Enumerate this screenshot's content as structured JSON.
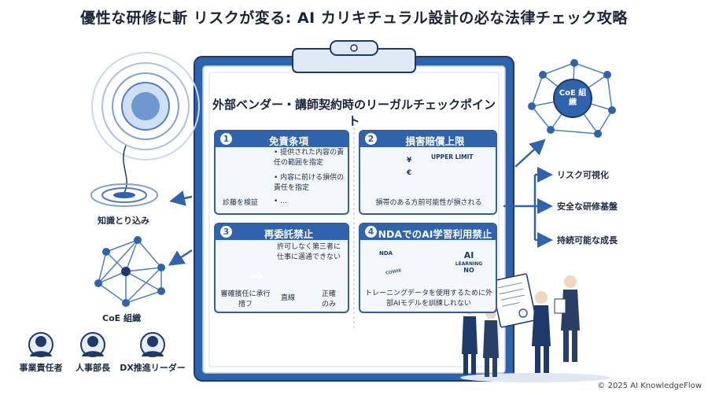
{
  "header": {
    "title": "優性な研修に斬 リスクが変る: AI カリキチュラル設計の必な法律チェック攻略"
  },
  "board": {
    "title": "外部ベンダー・講師契約時のリーガルチェックポイント"
  },
  "cards": [
    {
      "number": "1",
      "title": "免責条項",
      "bullets": [
        "提供された内容の責任の範囲を指定",
        "内容に前ける損供の責任を指定",
        "..."
      ],
      "caption": "診藤を検証"
    },
    {
      "number": "2",
      "title": "損害賠償上限",
      "chart_label": "UPPER LIMIT",
      "caption": "損帯のある方前可能性が損される"
    },
    {
      "number": "3",
      "title": "再委託禁止",
      "note": "許可しなく第三者に仕事に邁通できない",
      "badge": "NO",
      "left_caption": "審確擯任に承行措フ",
      "mid_caption": "直線",
      "right_caption": "正確のみ"
    },
    {
      "number": "4",
      "title": "NDAでのAI学習利用禁止",
      "doc_label": "NDA",
      "stamp": "COWIE",
      "ban_top": "AI",
      "ban_mid": "LEARNING",
      "ban_bottom": "NO",
      "caption": "トレーニングデータを使用するために外部AIモデルを訓練しれない"
    }
  ],
  "left": {
    "knowledge_label": "知識とり込み",
    "coe_label": "CoE 組織"
  },
  "right": {
    "coe_node": "CoE 組織",
    "outcomes": [
      "リスク可視化",
      "安全な研修基盤",
      "持続可能な成長"
    ]
  },
  "people": [
    {
      "label": "事業責任者"
    },
    {
      "label": "人事部長"
    },
    {
      "label": "DX推進リーダー"
    }
  ],
  "footer": {
    "copyright": "© 2025 AI KnowledgeFlow"
  },
  "colors": {
    "primary": "#2f63ad",
    "dark": "#1d3a6b",
    "light": "#dfe8f5",
    "accent_red": "#d94040"
  }
}
